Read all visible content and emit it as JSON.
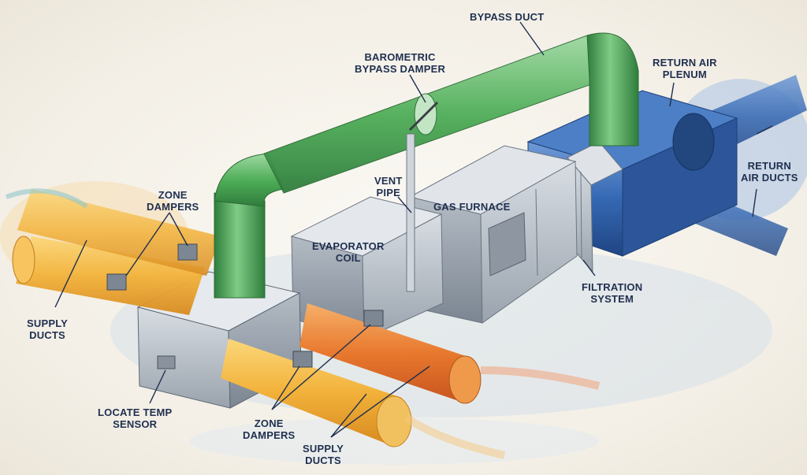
{
  "labels": {
    "bypass_duct": [
      "BYPASS DUCT"
    ],
    "barometric_bypass_damper": [
      "BAROMETRIC",
      "BYPASS DAMPER"
    ],
    "return_air_plenum": [
      "RETURN AIR",
      "PLENUM"
    ],
    "return_air_ducts": [
      "RETURN",
      "AIR DUCTS"
    ],
    "zone_dampers_top": [
      "ZONE",
      "DAMPERS"
    ],
    "vent_pipe": [
      "VENT",
      "PIPE"
    ],
    "gas_furnace": [
      "GAS FURNACE"
    ],
    "evaporator_coil": [
      "EVAPORATOR",
      "COIL"
    ],
    "supply_ducts_left": [
      "SUPPLY",
      "DUCTS"
    ],
    "filtration_system": [
      "FILTRATION",
      "SYSTEM"
    ],
    "locate_temp_sensor": [
      "LOCATE TEMP",
      "SENSOR"
    ],
    "zone_dampers_bottom": [
      "ZONE",
      "DAMPERS"
    ],
    "supply_ducts_bottom": [
      "SUPPLY",
      "DUCTS"
    ]
  },
  "colors": {
    "supply_duct": "#f2b23a",
    "supply_duct_hot": "#e8792e",
    "bypass_duct": "#4fae58",
    "return_plenum": "#2d5fa8",
    "sheet_metal": "#b9c0c8",
    "label_ink": "#1f2f4f"
  }
}
